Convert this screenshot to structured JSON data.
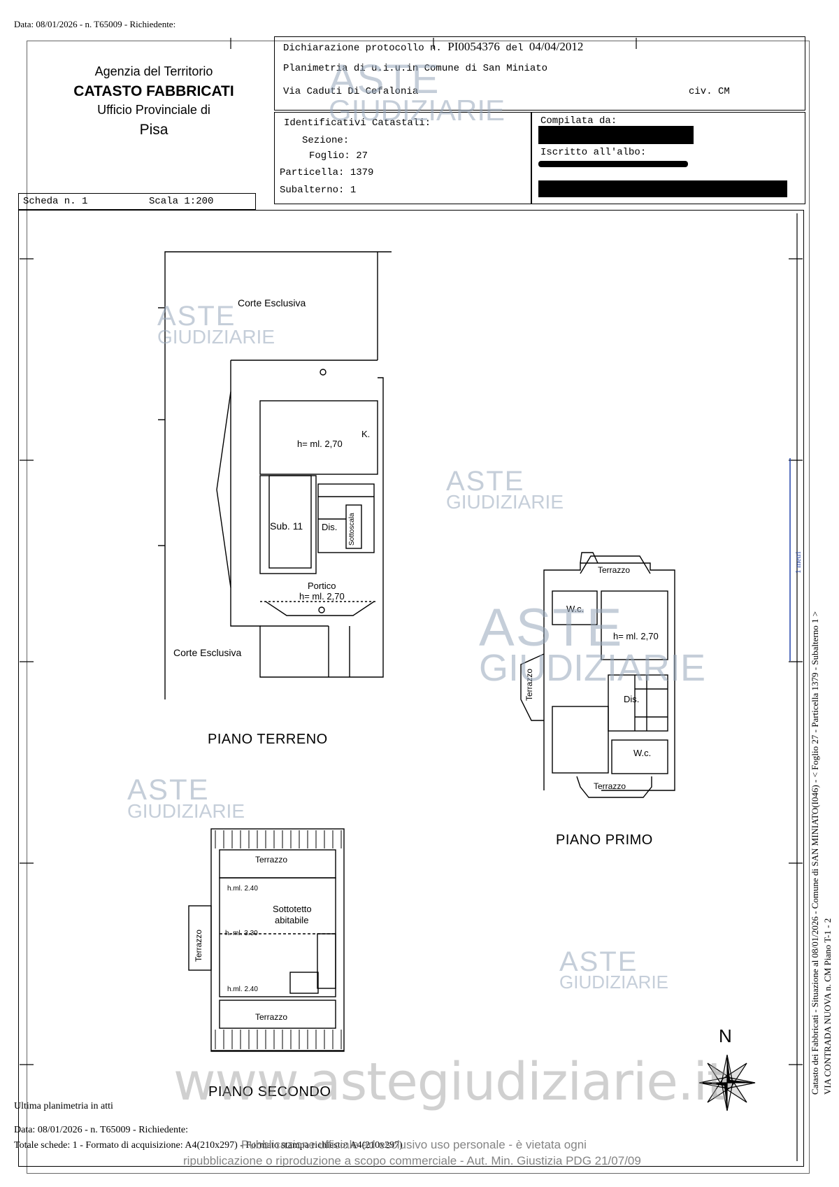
{
  "header_line_top": "Data: 08/01/2026 - n. T65009 - Richiedente: ",
  "agency": {
    "line1": "Agenzia del Territorio",
    "line2": "CATASTO FABBRICATI",
    "line3": "Ufficio Provinciale di",
    "line4": "Pisa"
  },
  "protocol": {
    "label": "Dichiarazione protocollo n.",
    "number": "PI0054376",
    "del_label": "del",
    "date": "04/04/2012",
    "planimetry": "Planimetria di u.i.u.in Comune di San Miniato",
    "address": "Via Caduti Di Cefalonia",
    "civ": "civ. CM"
  },
  "identifiers": {
    "title": "Identificativi Catastali:",
    "sezione": "Sezione:",
    "foglio": "Foglio: 27",
    "particella": "Particella: 1379",
    "subalterno": "Subalterno: 1"
  },
  "compiled": {
    "compilata": "Compilata da:",
    "iscritto": "Iscritto all'albo:"
  },
  "scheda": "Scheda n. 1",
  "scala": "Scala 1:200",
  "plans": {
    "terreno": "PIANO TERRENO",
    "primo": "PIANO PRIMO",
    "secondo": "PIANO SECONDO"
  },
  "rooms": {
    "corte1": "Corte Esclusiva",
    "corte2": "Corte Esclusiva",
    "k_height": "h= ml. 2,70",
    "k": "K.",
    "sub11": "Sub. 11",
    "dis": "Dis.",
    "sottoscala": "Sottoscala",
    "portico": "Portico",
    "portico_h": "h= ml. 2,70",
    "p1_terrazzo_top": "Terrazzo",
    "p1_wc1": "W.c.",
    "p1_h": "h= ml. 2,70",
    "p1_terrazzo_side": "Terrazzo",
    "p1_dis": "Dis.",
    "p1_wc2": "W.c.",
    "p1_terrazzo_bottom": "Terrazzo",
    "p2_terrazzo_top": "Terrazzo",
    "p2_h1": "h.ml. 2.40",
    "p2_sottotetto1": "Sottotetto",
    "p2_sottotetto2": "abitabile",
    "p2_h2": "h. ml. 3.30",
    "p2_terrazzo_side": "Terrazzo",
    "p2_h3": "h.ml. 2.40",
    "p2_terrazzo_bottom": "Terrazzo"
  },
  "compass": "N",
  "footer": {
    "ultima": "Ultima planimetria in atti",
    "data": "Data: 08/01/2026 - n. T65009 - Richiedente: ",
    "totale": "Totale schede: 1 - Formato di acquisizione: A4(210x297) - Formato stampa richiesto: A4(210x297)"
  },
  "side_text": {
    "line1": "Catasto dei Fabbricati - Situazione al 08/01/2026 - Comune di SAN MINIATO(I046) - < Foglio 27 - Particella 1379 - Subalterno 1 >",
    "line2": "VIA CONTRADA NUOVA n. CM Piano T-1 - 2",
    "stamp": "1 metri"
  },
  "watermark": {
    "aste": "ASTE",
    "giudiziarie": "GIUDIZIARIE",
    "site": "www.astegiudiziarie.it",
    "notice1": "Pubblicazione ufficiale ad esclusivo uso personale - è vietata ogni",
    "notice2": "ripubblicazione o riproduzione a scopo commerciale - Aut. Min. Giustizia PDG 21/07/09"
  }
}
